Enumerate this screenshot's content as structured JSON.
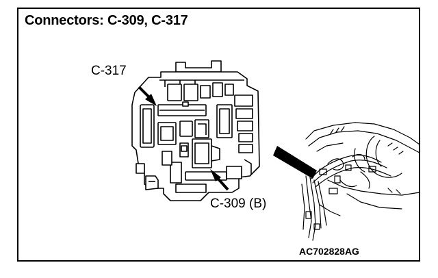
{
  "diagram": {
    "title": "Connectors: C-309, C-317",
    "labels": {
      "c317": "C-317",
      "c309": "C-309 (B)"
    },
    "code": "AC702828AG"
  }
}
